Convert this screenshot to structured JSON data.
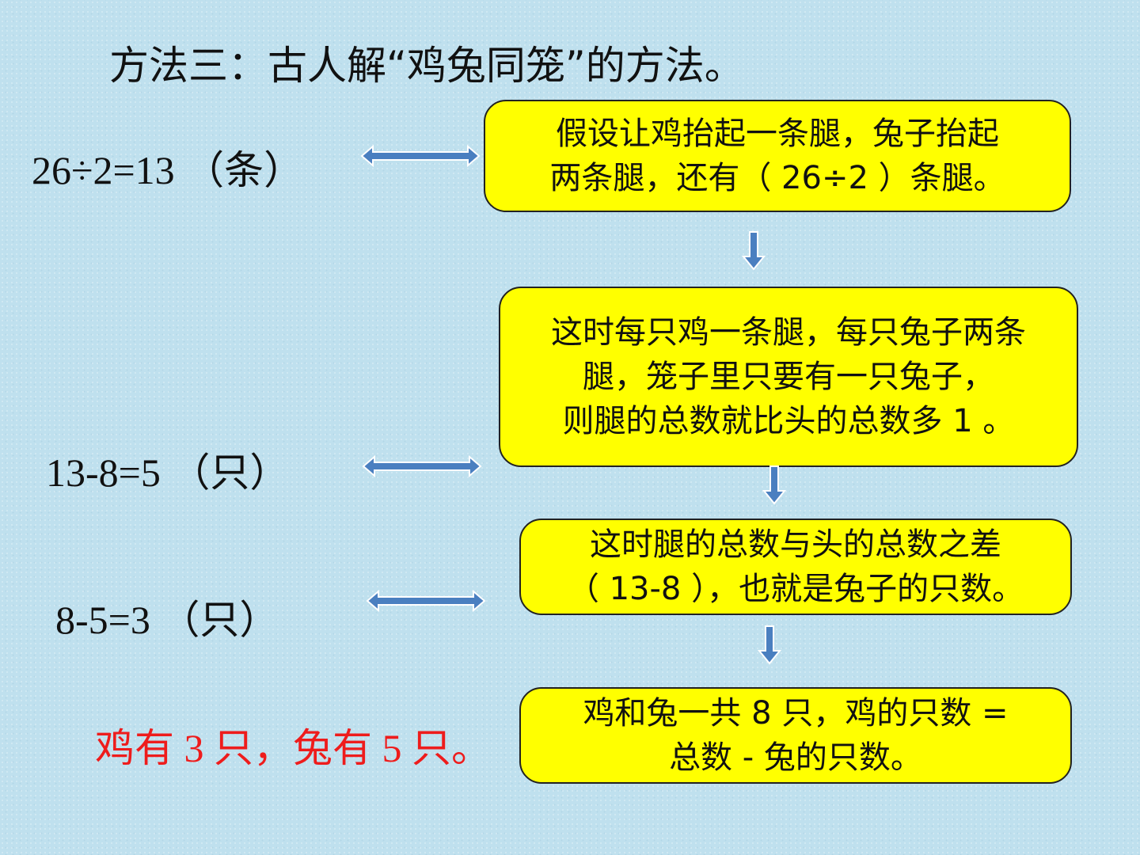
{
  "title": "方法三：古人解“鸡兔同笼”的方法。",
  "equations": [
    "26÷2=13 （条）",
    "13-8=5 （只）",
    "8-5=3 （只）"
  ],
  "boxes": [
    {
      "lines": [
        "假设让鸡抬起一条腿，兔子抬起",
        "两条腿，还有（ 26÷2 ）条腿。"
      ]
    },
    {
      "lines": [
        "这时每只鸡一条腿，每只兔子两条",
        "腿，笼子里只要有一只兔子，",
        "则腿的总数就比头的总数多 1 。"
      ]
    },
    {
      "lines": [
        "这时腿的总数与头的总数之差",
        "（ 13-8 ），也就是兔子的只数。"
      ]
    },
    {
      "lines": [
        "鸡和兔一共 8 只，鸡的只数 =",
        "总数 - 兔的只数。"
      ]
    }
  ],
  "answer": "鸡有 3 只，兔有 5 只。",
  "colors": {
    "background": "#bfe0ee",
    "box_fill": "#ffff00",
    "arrow": "#4a7fc0",
    "answer": "#ee1c1c"
  }
}
